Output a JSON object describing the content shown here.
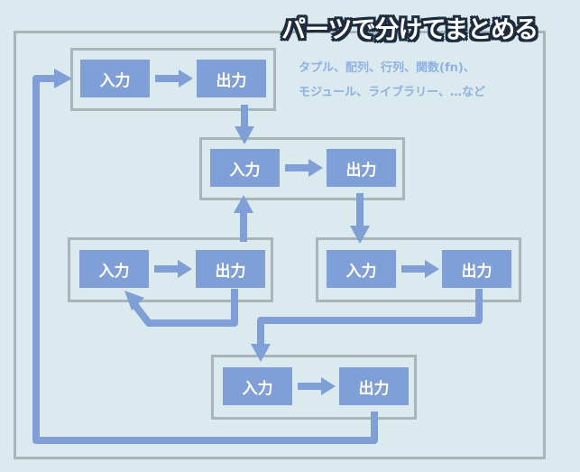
{
  "header": {
    "title": "パーツで分けてまとめる",
    "subtitle_lines": [
      "タプル、配列、行列、関数(fn)、",
      "モジュール、ライブラリー、…など"
    ]
  },
  "labels": {
    "input": "入力",
    "output": "出力"
  },
  "groups": [
    {
      "input": "入力",
      "output": "出力"
    },
    {
      "input": "入力",
      "output": "出力"
    },
    {
      "input": "入力",
      "output": "出力"
    },
    {
      "input": "入力",
      "output": "出力"
    },
    {
      "input": "入力",
      "output": "出力"
    }
  ],
  "colors": {
    "node": "#7f9fd6",
    "arrow": "#7f9fd6",
    "frame": "#a9b5b9",
    "background": "#dbeaee"
  }
}
